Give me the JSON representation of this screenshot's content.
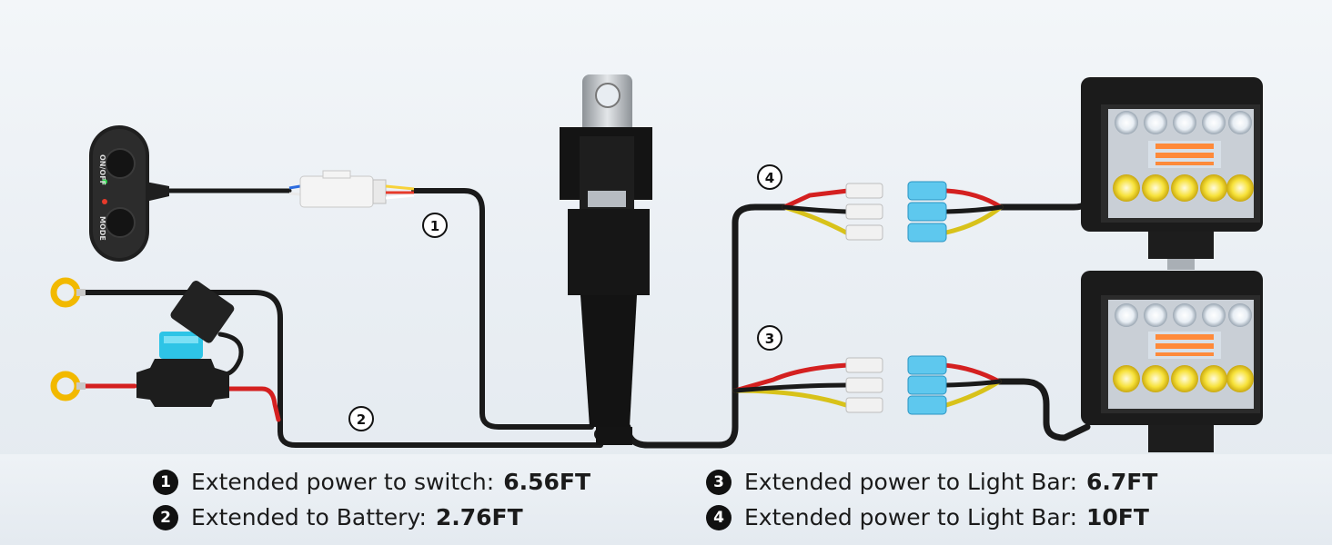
{
  "callouts": {
    "c1": "1",
    "c2": "2",
    "c3": "3",
    "c4": "4"
  },
  "switch_labels": {
    "onoff": "ON/OFF",
    "mode": "MODE"
  },
  "legend": [
    {
      "num": "1",
      "text": "Extended power to switch:",
      "value": "6.56FT"
    },
    {
      "num": "2",
      "text": "Extended to Battery:",
      "value": "2.76FT"
    },
    {
      "num": "3",
      "text": "Extended power to Light Bar:",
      "value": "6.7FT"
    },
    {
      "num": "4",
      "text": "Extended power to Light Bar:",
      "value": "10FT"
    }
  ],
  "colors": {
    "wire_black": "#1a1a1a",
    "wire_red": "#d42020",
    "wire_yellow": "#d8c21a",
    "ring_terminal": "#f2b900",
    "fuse_blue": "#2ec4e6",
    "connector_blue": "#5ec8ee",
    "led_yellow": "#f7e23a"
  }
}
